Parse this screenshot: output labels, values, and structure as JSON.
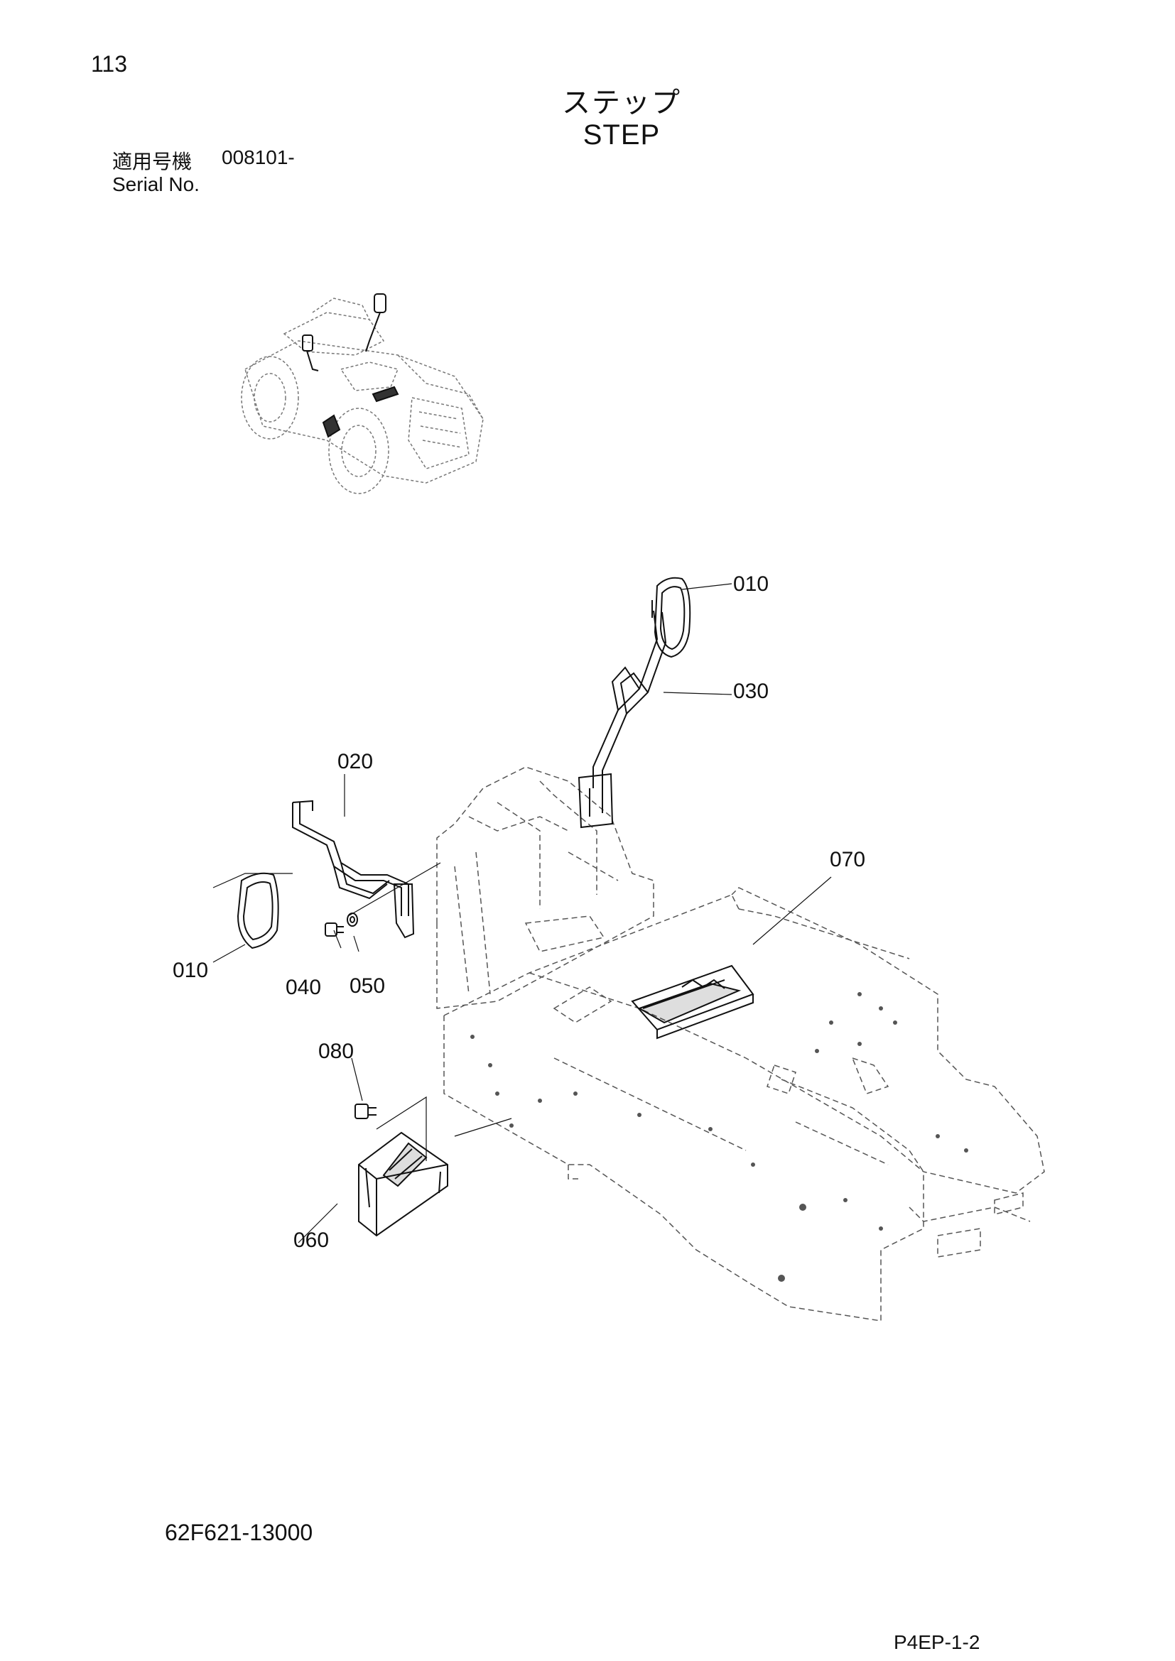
{
  "header": {
    "page_number": "113",
    "title_jp": "ステップ",
    "title_en": "STEP",
    "serial_label_jp": "適用号機",
    "serial_range": "008101-",
    "serial_label_en": "Serial No."
  },
  "callouts": [
    "010",
    "030",
    "020",
    "070",
    "010",
    "040",
    "050",
    "080",
    "060"
  ],
  "footer": {
    "drawing_number": "62F621-13000",
    "page_code": "P4EP-1-2"
  }
}
